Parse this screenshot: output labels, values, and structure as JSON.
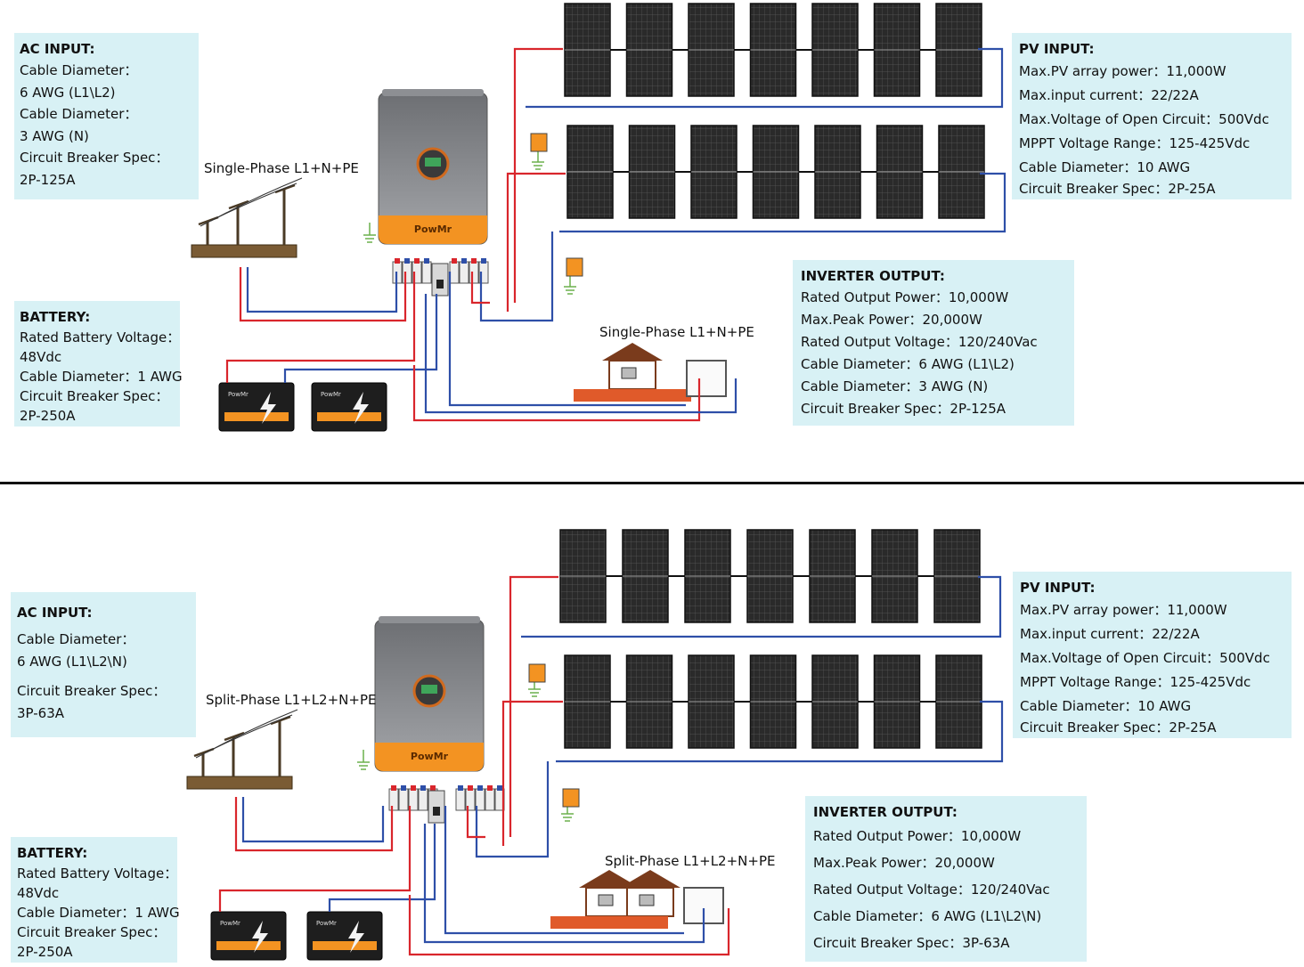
{
  "top": {
    "ac_input": {
      "title": "AC INPUT:",
      "lines": [
        "Cable Diameter：",
        "6 AWG (L1\\L2)",
        "Cable Diameter：",
        "3 AWG (N)",
        "Circuit Breaker Spec：",
        "2P-125A"
      ]
    },
    "grid_label": "Single-Phase L1+N+PE",
    "battery": {
      "title": "BATTERY:",
      "lines": [
        "Rated Battery Voltage：",
        "48Vdc",
        "Cable Diameter：1 AWG",
        "Circuit Breaker Spec：",
        "2P-250A"
      ]
    },
    "pv_input": {
      "title": "PV INPUT:",
      "lines": [
        "Max.PV array power：11,000W",
        "Max.input current：22/22A",
        "Max.Voltage of Open Circuit：500Vdc",
        "MPPT Voltage Range：125-425Vdc",
        "Cable Diameter：10 AWG",
        "Circuit Breaker Spec：2P-25A"
      ]
    },
    "inverter_output": {
      "title": "INVERTER OUTPUT:",
      "lines": [
        "Rated Output Power：10,000W",
        "Max.Peak Power：20,000W",
        "Rated Output Voltage：120/240Vac",
        "Cable Diameter：6 AWG (L1\\L2)",
        "Cable Diameter：3 AWG (N)",
        "Circuit Breaker Spec：2P-125A"
      ]
    },
    "load_label": "Single-Phase L1+N+PE"
  },
  "bottom": {
    "ac_input": {
      "title": "AC INPUT:",
      "lines": [
        "Cable Diameter：",
        "6 AWG (L1\\L2\\N)",
        "Circuit Breaker Spec：",
        "3P-63A"
      ]
    },
    "grid_label": "Split-Phase L1+L2+N+PE",
    "battery": {
      "title": "BATTERY:",
      "lines": [
        "Rated Battery Voltage：",
        "48Vdc",
        "Cable Diameter：1 AWG",
        "Circuit Breaker Spec：",
        "2P-250A"
      ]
    },
    "pv_input": {
      "title": "PV INPUT:",
      "lines": [
        "Max.PV array power：11,000W",
        "Max.input current：22/22A",
        "Max.Voltage of Open Circuit：500Vdc",
        "MPPT Voltage Range：125-425Vdc",
        "Cable Diameter：10 AWG",
        "Circuit Breaker Spec：2P-25A"
      ]
    },
    "inverter_output": {
      "title": "INVERTER OUTPUT:",
      "lines": [
        "Rated Output Power：10,000W",
        "Max.Peak Power：20,000W",
        "Rated Output Voltage：120/240Vac",
        "Cable Diameter：6 AWG (L1\\L2\\N)",
        "Circuit Breaker Spec：3P-63A"
      ]
    },
    "load_label": "Split-Phase L1+L2+N+PE"
  },
  "inverter_brand": "PowMr",
  "battery_brand": "PowMr",
  "colors": {
    "box_bg": "#d8f1f5",
    "wire_red": "#d9262c",
    "wire_blue": "#2e4fa8",
    "wire_ground": "#6ab04c",
    "inverter_orange": "#f39322",
    "panel": "#2b2b2b"
  }
}
